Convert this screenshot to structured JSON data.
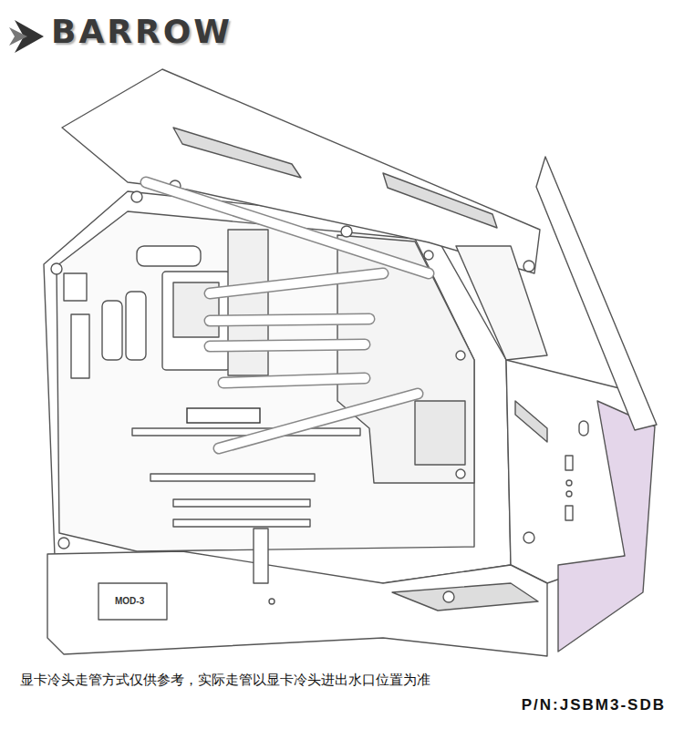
{
  "diagram": {
    "title": "BARROW",
    "caption": "显卡冷头走管方式仅供参考，实际走管以显卡冷头进出水口位置为准",
    "labels": [
      "P/N:JSBM3-SDB",
      "MOD-3"
    ]
  }
}
